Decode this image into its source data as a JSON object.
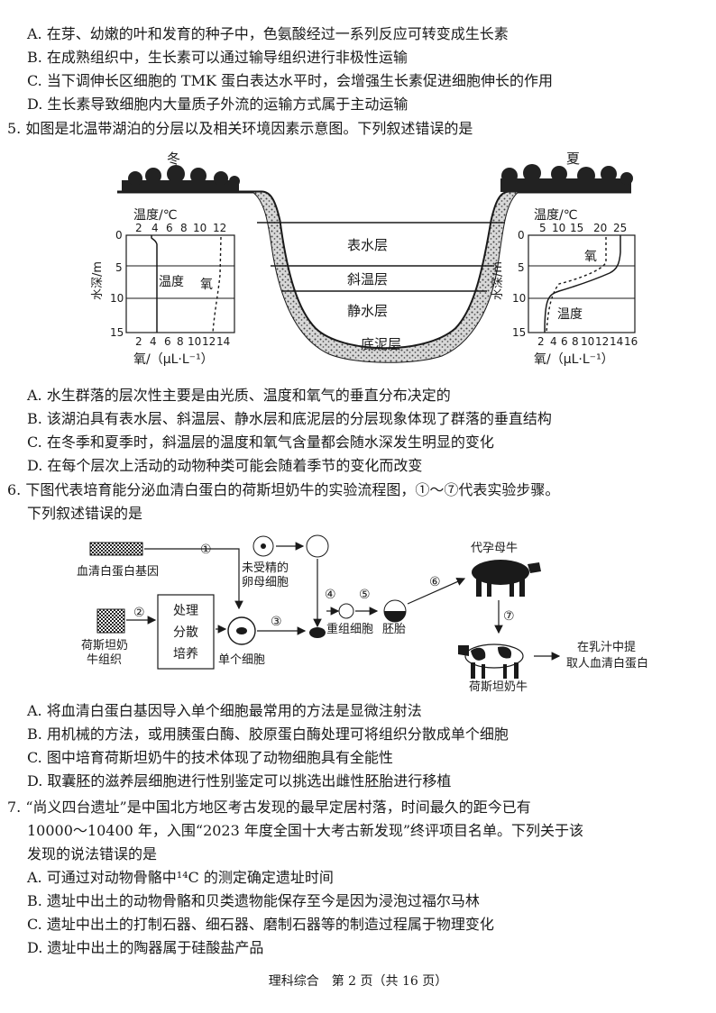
{
  "q4_options": [
    "A. 在芽、幼嫩的叶和发育的种子中，色氨酸经过一系列反应可转变成生长素",
    "B. 在成熟组织中，生长素可以通过输导组织进行非极性运输",
    "C. 当下调伸长区细胞的 TMK 蛋白表达水平时，会增强生长素促进细胞伸长的作用",
    "D. 生长素导致细胞内大量质子外流的运输方式属于主动运输"
  ],
  "q5": {
    "stem": "5. 如图是北温带湖泊的分层以及相关环境因素示意图。下列叙述错误的是",
    "figure": {
      "winter": "冬",
      "summer": "夏",
      "temp_axis_title": "温度/℃",
      "depth_axis_title": "水深/m",
      "oxygen_axis_title": "氧/（μL·L⁻¹）",
      "winter_temp_ticks": [
        "2",
        "4",
        "6",
        "8",
        "10",
        "12"
      ],
      "summer_temp_ticks": [
        "5",
        "10",
        "15",
        "20",
        "25"
      ],
      "winter_oxy_ticks": [
        "2",
        "4",
        "6",
        "8",
        "10",
        "12",
        "14"
      ],
      "summer_oxy_ticks": [
        "2",
        "4",
        "6",
        "8",
        "10",
        "12",
        "14",
        "16"
      ],
      "depth_ticks": [
        "0",
        "5",
        "10",
        "15"
      ],
      "temp_label": "温度",
      "oxygen_label": "氧",
      "layers": [
        "表水层",
        "斜温层",
        "静水层",
        "底泥层"
      ]
    },
    "options": [
      "A. 水生群落的层次性主要是由光质、温度和氧气的垂直分布决定的",
      "B. 该湖泊具有表水层、斜温层、静水层和底泥层的分层现象体现了群落的垂直结构",
      "C. 在冬季和夏季时，斜温层的温度和氧气含量都会随水深发生明显的变化",
      "D. 在每个层次上活动的动物种类可能会随着季节的变化而改变"
    ]
  },
  "q6": {
    "stem_line1": "6. 下图代表培育能分泌血清白蛋白的荷斯坦奶牛的实验流程图，①～⑦代表实验步骤。",
    "stem_line2": "下列叙述错误的是",
    "figure": {
      "gene": "血清白蛋白基因",
      "egg_line1": "未受精的",
      "egg_line2": "卵母细胞",
      "tissue_line1": "荷斯坦奶",
      "tissue_line2": "牛组织",
      "process": [
        "处理",
        "分散",
        "培养"
      ],
      "single_cell": "单个细胞",
      "recombined": "重组细胞",
      "embryo": "胚胎",
      "surrogate": "代孕母牛",
      "holstein": "荷斯坦奶牛",
      "extract_line1": "在乳汁中提",
      "extract_line2": "取人血清白蛋白",
      "steps": [
        "①",
        "②",
        "③",
        "④",
        "⑤",
        "⑥",
        "⑦"
      ]
    },
    "options": [
      "A. 将血清白蛋白基因导入单个细胞最常用的方法是显微注射法",
      "B. 用机械的方法，或用胰蛋白酶、胶原蛋白酶处理可将组织分散成单个细胞",
      "C. 图中培育荷斯坦奶牛的技术体现了动物细胞具有全能性",
      "D. 取囊胚的滋养层细胞进行性别鉴定可以挑选出雌性胚胎进行移植"
    ]
  },
  "q7": {
    "stem_lines": [
      "7. “尚义四台遗址”是中国北方地区考古发现的最早定居村落，时间最久的距今已有",
      "10000～10400 年，入围“2023 年度全国十大考古新发现”终评项目名单。下列关于该",
      "发现的说法错误的是"
    ],
    "options": [
      "A. 可通过对动物骨骼中¹⁴C 的测定确定遗址时间",
      "B. 遗址中出土的动物骨骼和贝类遗物能保存至今是因为浸泡过福尔马林",
      "C. 遗址中出土的打制石器、细石器、磨制石器等的制造过程属于物理变化",
      "D. 遗址中出土的陶器属于硅酸盐产品"
    ]
  },
  "footer": "理科综合　第 2 页（共 16 页）"
}
